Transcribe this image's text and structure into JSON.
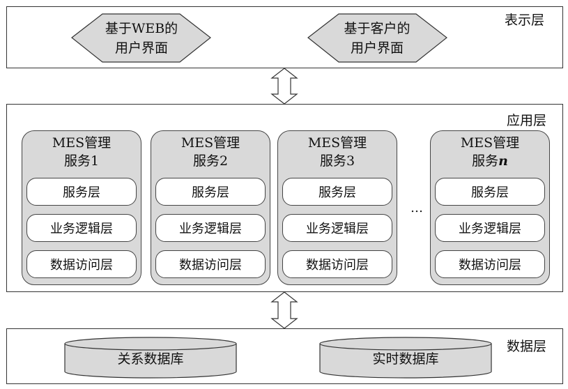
{
  "presentation_layer": {
    "label": "表示层",
    "interfaces": [
      {
        "line1": "基于WEB的",
        "line2": "用户界面"
      },
      {
        "line1": "基于客户的",
        "line2": "用户界面"
      }
    ]
  },
  "application_layer": {
    "label": "应用层",
    "services": [
      {
        "title1": "MES管理",
        "title2": "服务1",
        "sub": [
          "服务层",
          "业务逻辑层",
          "数据访问层"
        ]
      },
      {
        "title1": "MES管理",
        "title2": "服务2",
        "sub": [
          "服务层",
          "业务逻辑层",
          "数据访问层"
        ]
      },
      {
        "title1": "MES管理",
        "title2": "服务3",
        "sub": [
          "服务层",
          "业务逻辑层",
          "数据访问层"
        ]
      },
      {
        "title1": "MES管理",
        "title2a": "服务",
        "title2b": "n",
        "sub": [
          "服务层",
          "业务逻辑层",
          "数据访问层"
        ]
      }
    ],
    "ellipsis": "…"
  },
  "data_layer": {
    "label": "数据层",
    "databases": [
      "关系数据库",
      "实时数据库"
    ]
  },
  "colors": {
    "box_fill": "#d9d9d9",
    "stroke": "#333333"
  }
}
